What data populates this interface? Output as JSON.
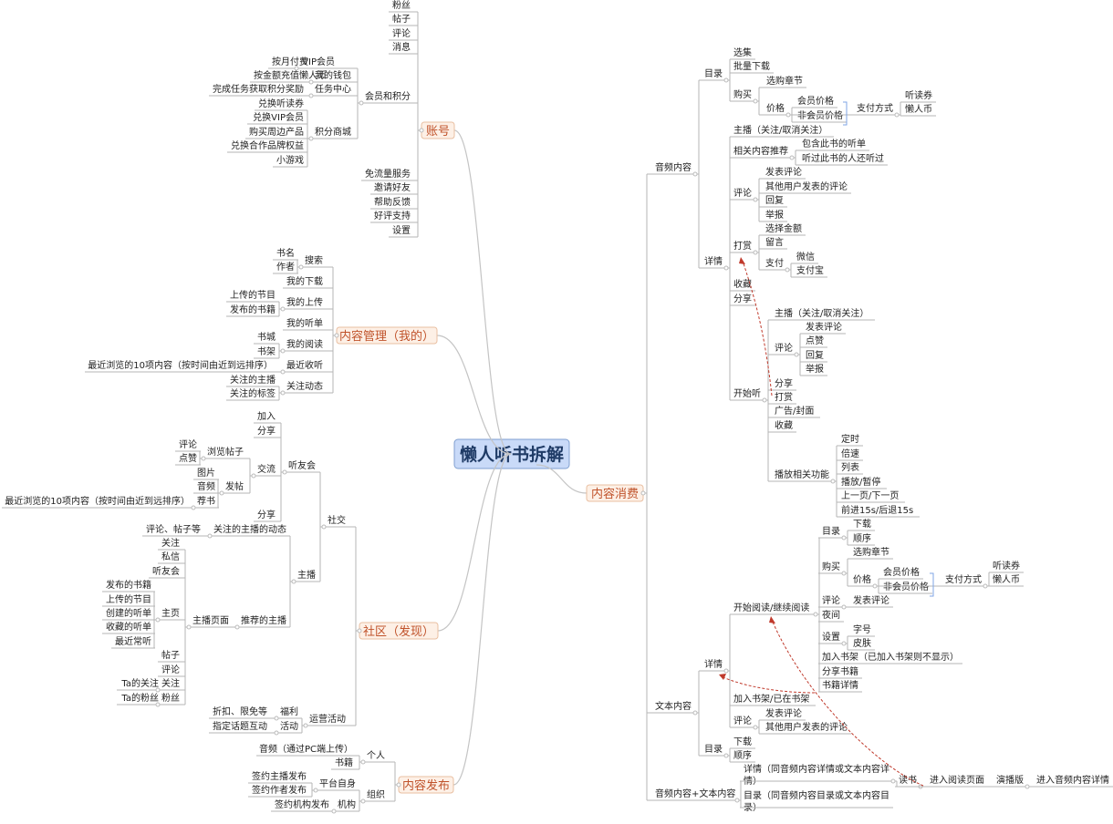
{
  "title": "懒人听书拆解",
  "branches": [
    {
      "label": "账号",
      "children": [
        {
          "label": "粉丝"
        },
        {
          "label": "帖子"
        },
        {
          "label": "评论"
        },
        {
          "label": "消息"
        },
        {
          "label": "会员和积分",
          "children": [
            {
              "label": "VIP会员",
              "children": [
                {
                  "label": "按月付费"
                }
              ]
            },
            {
              "label": "我的钱包",
              "children": [
                {
                  "label": "按金额充值懒人币"
                }
              ]
            },
            {
              "label": "任务中心",
              "children": [
                {
                  "label": "完成任务获取积分奖励"
                }
              ]
            },
            {
              "label": "积分商城",
              "children": [
                {
                  "label": "兑换听读券"
                },
                {
                  "label": "兑换VIP会员"
                },
                {
                  "label": "购买周边产品"
                },
                {
                  "label": "兑换合作品牌权益"
                },
                {
                  "label": "小游戏"
                }
              ]
            }
          ]
        },
        {
          "label": "免流量服务"
        },
        {
          "label": "邀请好友"
        },
        {
          "label": "帮助反馈"
        },
        {
          "label": "好评支持"
        },
        {
          "label": "设置"
        }
      ]
    },
    {
      "label": "内容管理（我的）",
      "children": [
        {
          "label": "搜索",
          "children": [
            {
              "label": "书名"
            },
            {
              "label": "作者"
            }
          ]
        },
        {
          "label": "我的下载"
        },
        {
          "label": "我的上传",
          "children": [
            {
              "label": "上传的节目"
            },
            {
              "label": "发布的书籍"
            }
          ]
        },
        {
          "label": "我的听单"
        },
        {
          "label": "我的阅读",
          "children": [
            {
              "label": "书城"
            },
            {
              "label": "书架"
            }
          ]
        },
        {
          "label": "最近收听",
          "children": [
            {
              "label": "最近浏览的10项内容（按时间由近到远排序）"
            }
          ]
        },
        {
          "label": "关注动态",
          "children": [
            {
              "label": "关注的主播"
            },
            {
              "label": "关注的标签"
            }
          ]
        }
      ]
    },
    {
      "label": "社区（发现）",
      "children": [
        {
          "label": "社交",
          "children": [
            {
              "label": "听友会",
              "children": [
                {
                  "label": "加入"
                },
                {
                  "label": "分享"
                },
                {
                  "label": "交流",
                  "children": [
                    {
                      "label": "浏览帖子",
                      "children": [
                        {
                          "label": "评论"
                        },
                        {
                          "label": "点赞"
                        }
                      ]
                    },
                    {
                      "label": "发帖",
                      "children": [
                        {
                          "label": "图片"
                        },
                        {
                          "label": "音频"
                        },
                        {
                          "label": "荐书",
                          "children": [
                            {
                              "label": "最近浏览的10项内容（按时间由近到远排序）"
                            }
                          ]
                        }
                      ]
                    }
                  ]
                },
                {
                  "label": "分享"
                }
              ]
            },
            {
              "label": "主播",
              "children": [
                {
                  "label": "关注的主播的动态",
                  "children": [
                    {
                      "label": "评论、帖子等"
                    }
                  ]
                },
                {
                  "label": "推荐的主播",
                  "children": [
                    {
                      "label": "主播页面",
                      "children": [
                        {
                          "label": "关注"
                        },
                        {
                          "label": "私信"
                        },
                        {
                          "label": "听友会"
                        },
                        {
                          "label": "主页",
                          "children": [
                            {
                              "label": "发布的书籍"
                            },
                            {
                              "label": "上传的节目"
                            },
                            {
                              "label": "创建的听单"
                            },
                            {
                              "label": "收藏的听单"
                            },
                            {
                              "label": "最近常听"
                            }
                          ]
                        },
                        {
                          "label": "帖子"
                        },
                        {
                          "label": "评论"
                        },
                        {
                          "label": "关注",
                          "children": [
                            {
                              "label": "Ta的关注"
                            }
                          ]
                        },
                        {
                          "label": "粉丝",
                          "children": [
                            {
                              "label": "Ta的粉丝"
                            }
                          ]
                        }
                      ]
                    }
                  ]
                }
              ]
            }
          ]
        },
        {
          "label": "运营活动",
          "children": [
            {
              "label": "福利",
              "children": [
                {
                  "label": "折扣、限免等"
                }
              ]
            },
            {
              "label": "活动",
              "children": [
                {
                  "label": "指定话题互动"
                }
              ]
            }
          ]
        }
      ]
    },
    {
      "label": "内容发布",
      "children": [
        {
          "label": "个人",
          "children": [
            {
              "label": "音频（通过PC端上传）"
            },
            {
              "label": "书籍"
            }
          ]
        },
        {
          "label": "组织",
          "children": [
            {
              "label": "平台自身",
              "children": [
                {
                  "label": "签约主播发布"
                },
                {
                  "label": "签约作者发布"
                }
              ]
            },
            {
              "label": "机构",
              "children": [
                {
                  "label": "签约机构发布"
                }
              ]
            }
          ]
        }
      ]
    },
    {
      "label": "内容消费",
      "children": [
        {
          "label": "音频内容",
          "children": [
            {
              "label": "目录",
              "children": [
                {
                  "label": "选集"
                },
                {
                  "label": "批量下载"
                },
                {
                  "label": "购买",
                  "children": [
                    {
                      "label": "选购章节"
                    },
                    {
                      "label": "价格",
                      "children": [
                        {
                          "label": "会员价格"
                        },
                        {
                          "label": "非会员价格"
                        },
                        {
                          "label": "支付方式",
                          "children": [
                            {
                              "label": "听读券"
                            },
                            {
                              "label": "懒人币"
                            }
                          ]
                        }
                      ]
                    }
                  ]
                }
              ]
            },
            {
              "label": "详情",
              "children": [
                {
                  "label": "主播（关注/取消关注）"
                },
                {
                  "label": "相关内容推荐",
                  "children": [
                    {
                      "label": "包含此书的听单"
                    },
                    {
                      "label": "听过此书的人还听过"
                    }
                  ]
                },
                {
                  "label": "评论",
                  "children": [
                    {
                      "label": "发表评论"
                    },
                    {
                      "label": "其他用户发表的评论"
                    },
                    {
                      "label": "回复"
                    },
                    {
                      "label": "举报"
                    }
                  ]
                },
                {
                  "label": "打赏",
                  "children": [
                    {
                      "label": "选择金额"
                    },
                    {
                      "label": "留言"
                    },
                    {
                      "label": "支付",
                      "children": [
                        {
                          "label": "微信"
                        },
                        {
                          "label": "支付宝"
                        }
                      ]
                    }
                  ]
                },
                {
                  "label": "收藏"
                },
                {
                  "label": "分享"
                },
                {
                  "label": "开始听",
                  "children": [
                    {
                      "label": "主播（关注/取消关注）"
                    },
                    {
                      "label": "评论",
                      "children": [
                        {
                          "label": "发表评论"
                        },
                        {
                          "label": "点赞"
                        },
                        {
                          "label": "回复"
                        },
                        {
                          "label": "举报"
                        }
                      ]
                    },
                    {
                      "label": "分享"
                    },
                    {
                      "label": "打赏"
                    },
                    {
                      "label": "广告/封面"
                    },
                    {
                      "label": "收藏"
                    },
                    {
                      "label": "播放相关功能",
                      "children": [
                        {
                          "label": "定时"
                        },
                        {
                          "label": "倍速"
                        },
                        {
                          "label": "列表"
                        },
                        {
                          "label": "播放/暂停"
                        },
                        {
                          "label": "上一页/下一页"
                        },
                        {
                          "label": "前进15s/后退15s"
                        }
                      ]
                    }
                  ]
                }
              ]
            }
          ]
        },
        {
          "label": "文本内容",
          "children": [
            {
              "label": "详情",
              "children": [
                {
                  "label": "开始阅读/继续阅读",
                  "children": [
                    {
                      "label": "目录",
                      "children": [
                        {
                          "label": "下载"
                        },
                        {
                          "label": "顺序"
                        }
                      ]
                    },
                    {
                      "label": "购买",
                      "children": [
                        {
                          "label": "选购章节"
                        },
                        {
                          "label": "价格",
                          "children": [
                            {
                              "label": "会员价格"
                            },
                            {
                              "label": "非会员价格"
                            },
                            {
                              "label": "支付方式",
                              "children": [
                                {
                                  "label": "听读券"
                                },
                                {
                                  "label": "懒人币"
                                }
                              ]
                            }
                          ]
                        }
                      ]
                    },
                    {
                      "label": "评论",
                      "children": [
                        {
                          "label": "发表评论"
                        }
                      ]
                    },
                    {
                      "label": "夜间"
                    },
                    {
                      "label": "设置",
                      "children": [
                        {
                          "label": "字号"
                        },
                        {
                          "label": "皮肤"
                        }
                      ]
                    },
                    {
                      "label": "加入书架（已加入书架则不显示）"
                    },
                    {
                      "label": "分享书籍"
                    },
                    {
                      "label": "书籍详情"
                    }
                  ]
                },
                {
                  "label": "加入书架/已在书架"
                },
                {
                  "label": "评论",
                  "children": [
                    {
                      "label": "发表评论"
                    },
                    {
                      "label": "其他用户发表的评论"
                    }
                  ]
                }
              ]
            },
            {
              "label": "目录",
              "children": [
                {
                  "label": "下载"
                },
                {
                  "label": "顺序"
                }
              ]
            }
          ]
        },
        {
          "label": "音频内容+文本内容",
          "children": [
            {
              "label": "详情（同音频内容详情或文本内容详情）",
              "children": [
                {
                  "label": "读书",
                  "children": [
                    {
                      "label": "进入阅读页面"
                    }
                  ]
                },
                {
                  "label": "演播版",
                  "children": [
                    {
                      "label": "进入音频内容详情"
                    }
                  ]
                }
              ]
            },
            {
              "label": "目录（同音频内容目录或文本内容目录）"
            }
          ]
        }
      ]
    }
  ],
  "colors": {
    "root_fill": "#c9daf8",
    "root_stroke": "#7f9fd0",
    "branch_fill": "#fdf0e6",
    "branch_stroke": "#e9bfa1",
    "line": "#b6b6b6",
    "bracket": "#7fa6e6",
    "relation": "#c0392b"
  }
}
